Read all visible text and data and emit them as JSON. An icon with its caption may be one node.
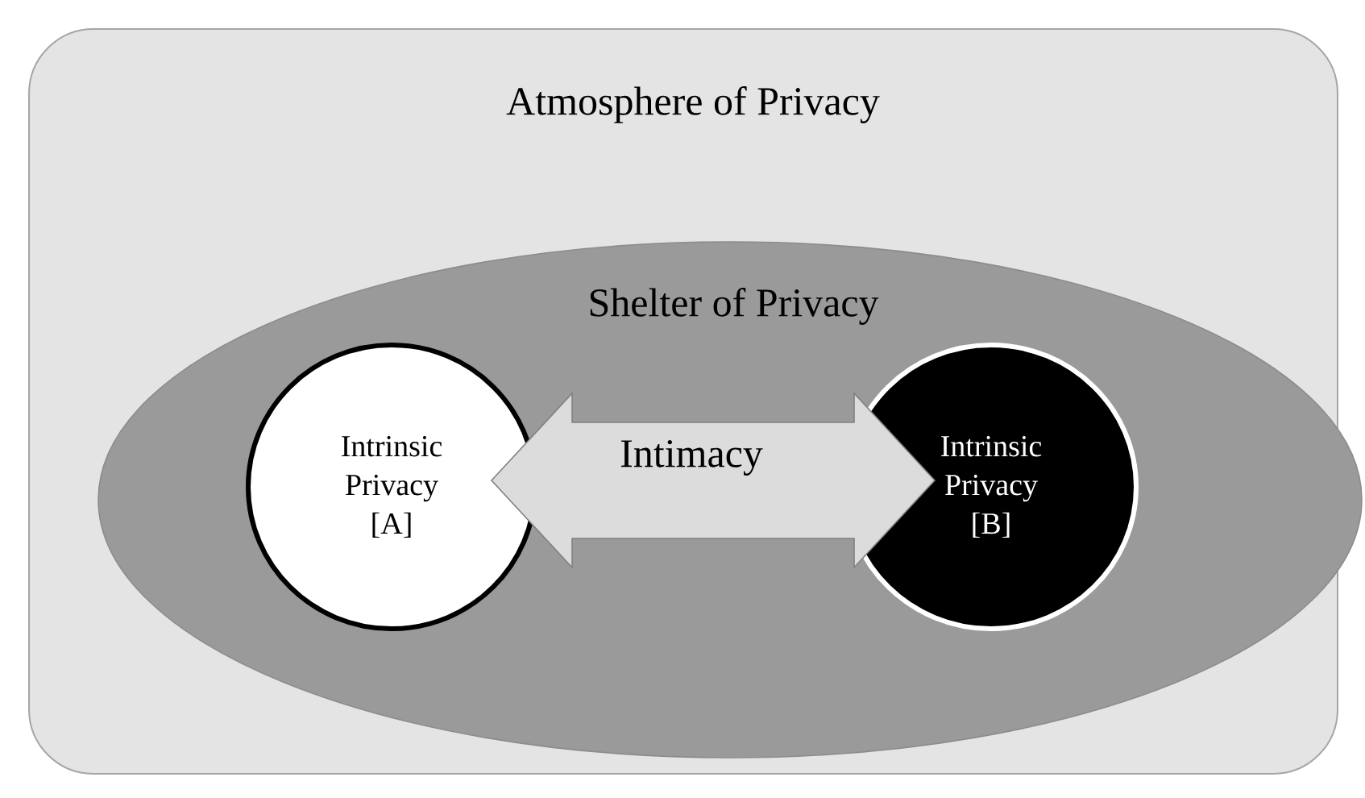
{
  "diagram": {
    "nodes": [
      {
        "text": [
          "Atmosphere of Privacy"
        ]
      },
      {
        "text": [
          "Shelter of Privacy"
        ],
        "in": 0
      },
      {
        "text": [
          "Intrinsic Privacy [A]"
        ],
        "in": 1
      },
      {
        "text": [
          "Intrinsic Privacy [B]"
        ],
        "in": 1
      }
    ],
    "edges": [
      {
        "from": 2,
        "to": 3,
        "arrow": "both",
        "label": "Intimacy"
      }
    ]
  }
}
